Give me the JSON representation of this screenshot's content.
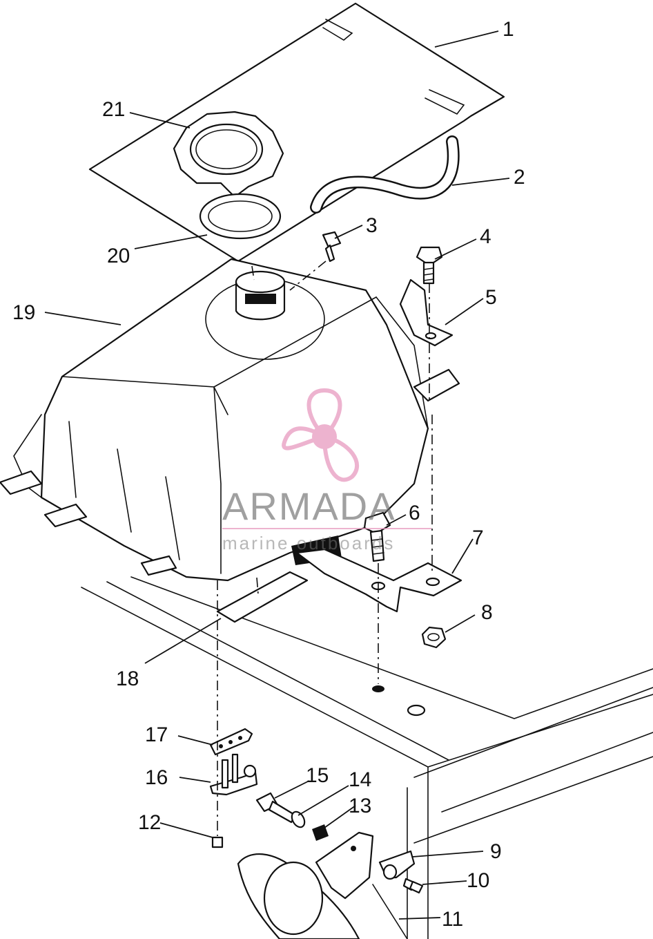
{
  "diagram": {
    "callouts": [
      "1",
      "2",
      "3",
      "4",
      "5",
      "6",
      "7",
      "8",
      "9",
      "10",
      "11",
      "12",
      "13",
      "14",
      "15",
      "16",
      "17",
      "18",
      "19",
      "20",
      "21"
    ]
  },
  "watermark": {
    "brand": "ARMADA",
    "tagline": "marine outboards",
    "color": "#e89ac0"
  }
}
